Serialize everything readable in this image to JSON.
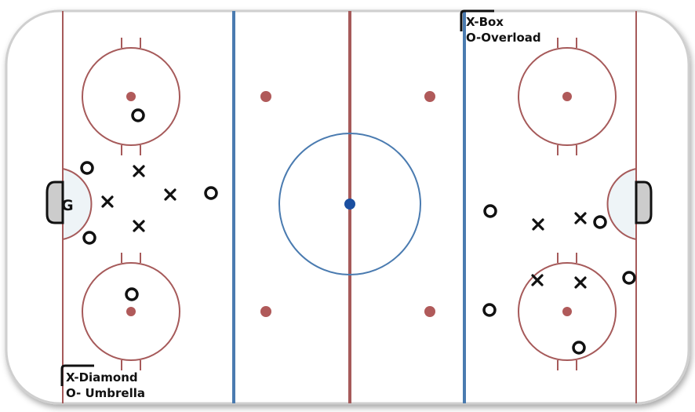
{
  "colors": {
    "board_line": "#a65a5a",
    "blue_line": "#4a7bb0",
    "center_dot": "#1a4fa0",
    "faceoff_dot": "#b05a5a",
    "crease_fill": "#eef4f7",
    "net_fill": "#cccccc",
    "player_color": "#111111"
  },
  "goalie_label": "G",
  "legend_left": {
    "line1": "X-Diamond",
    "line2": "O- Umbrella"
  },
  "legend_right": {
    "line1": "X-Box",
    "line2": "O-Overload"
  },
  "x_glyph": "×"
}
